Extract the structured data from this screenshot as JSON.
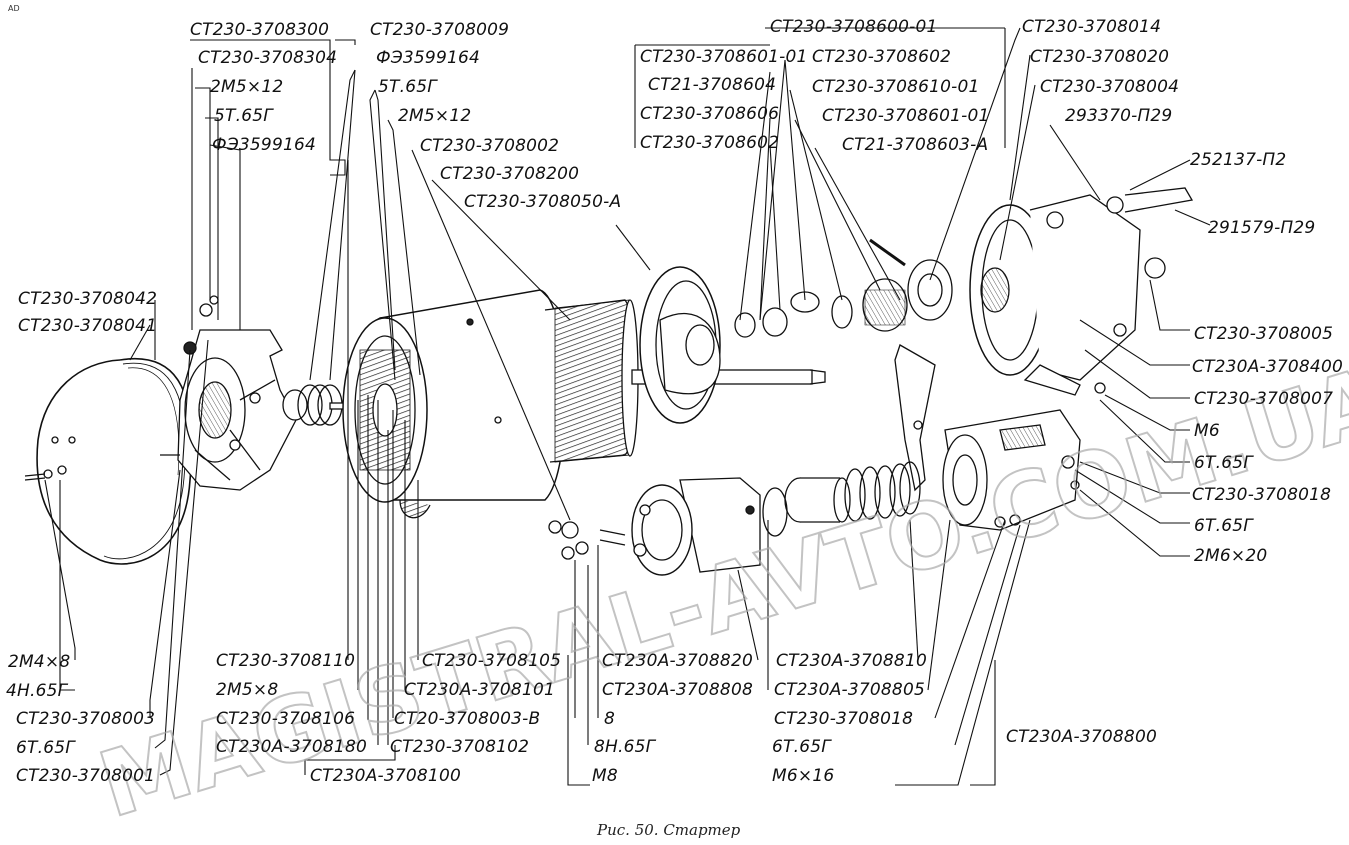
{
  "corner_mark": "AD",
  "caption": "Рис. 50. Стартер",
  "watermark": "MAGISTRAL-AVTO.COM.UA",
  "labels": {
    "l_3708300": "СТ230-3708300",
    "l_3708009": "СТ230-3708009",
    "l_3708304": "СТ230-3708304",
    "l_fe3599164_a": "ФЭ3599164",
    "l_2m5x12_a": "2М5×12",
    "l_5t65g_a": "5Т.65Г",
    "l_5t65g_b": "5Т.65Г",
    "l_2m5x12_b": "2М5×12",
    "l_fe3599164_b": "ФЭ3599164",
    "l_3708002": "СТ230-3708002",
    "l_3708200": "СТ230-3708200",
    "l_3708050a": "СТ230-3708050-А",
    "l_3708600_01": "СТ230-3708600-01",
    "l_3708601_01_a": "СТ230-3708601-01",
    "l_3708602_a": "СТ230-3708602",
    "l_st21_3708604": "СТ21-3708604",
    "l_3708610_01": "СТ230-3708610-01",
    "l_3708606": "СТ230-3708606",
    "l_3708601_01_b": "СТ230-3708601-01",
    "l_3708602_b": "СТ230-3708602",
    "l_st21_3708603a": "СТ21-3708603-А",
    "l_3708014": "СТ230-3708014",
    "l_3708020": "СТ230-3708020",
    "l_3708004": "СТ230-3708004",
    "l_293370": "293370-П29",
    "l_252137": "252137-П2",
    "l_291579": "291579-П29",
    "l_3708042": "СТ230-3708042",
    "l_3708041": "СТ230-3708041",
    "l_3708005": "СТ230-3708005",
    "l_a3708400": "СТ230А-3708400",
    "l_3708007": "СТ230-3708007",
    "l_m6": "М6",
    "l_6t65g_a": "6Т.65Г",
    "l_3708018_a": "СТ230-3708018",
    "l_6t65g_b": "6Т.65Г",
    "l_2m6x20": "2М6×20",
    "l_2m4x8": "2М4×8",
    "l_4n65g": "4Н.65Г",
    "l_3708003": "СТ230-3708003",
    "l_6t65g_c": "6Т.65Г",
    "l_3708001": "СТ230-3708001",
    "l_3708110": "СТ230-3708110",
    "l_2m5x8": "2М5×8",
    "l_3708106": "СТ230-3708106",
    "l_a3708180": "СТ230А-3708180",
    "l_a3708100": "СТ230А-3708100",
    "l_3708105": "СТ230-3708105",
    "l_a3708101": "СТ230А-3708101",
    "l_st20_3708003v": "СТ20-3708003-В",
    "l_3708102": "СТ230-3708102",
    "l_a3708820": "СТ230А-3708820",
    "l_a3708808": "СТ230А-3708808",
    "l_8": "8",
    "l_8n65g": "8Н.65Г",
    "l_m8": "М8",
    "l_a3708810": "СТ230А-3708810",
    "l_a3708805": "СТ230А-3708805",
    "l_3708018_b": "СТ230-3708018",
    "l_6t65g_d": "6Т.65Г",
    "l_m6x16": "М6×16",
    "l_a3708800": "СТ230А-3708800"
  }
}
